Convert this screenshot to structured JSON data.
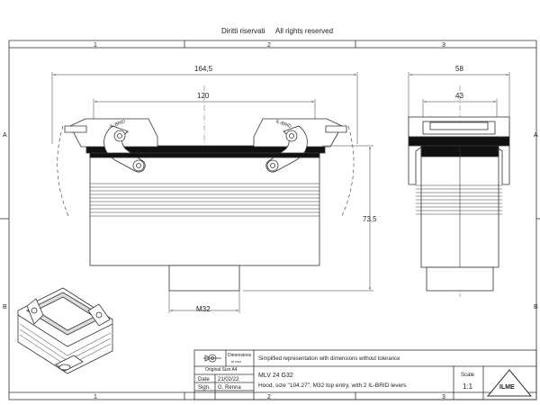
{
  "header": {
    "italian_notice": "Diritti riservati",
    "english_notice": "All rights reserved"
  },
  "grid": {
    "columns": [
      "1",
      "2",
      "3"
    ],
    "rows": [
      "A",
      "B"
    ]
  },
  "dimensions": {
    "front_width": "164,5",
    "front_inner": "120",
    "front_height": "73,5",
    "entry_label": "M32",
    "side_width": "58",
    "side_inner": "43"
  },
  "lever_text": "IL-BRID",
  "title_block": {
    "dimensions_label": "Dimensions",
    "dimensions_unit": "in mm",
    "simplified_note": "Simplified representation with dimensions without tolerance",
    "original_size_label": "Original Size A4",
    "date_label": "Date",
    "date_value": "21/02/22",
    "sign_label": "Sign.",
    "sign_value": "G. Renna",
    "product_code": "MLV 24 G32",
    "description": "Hood, size \"104.27\", M32 top entry, with 2 IL-BRID levers",
    "scale_label": "Scale",
    "scale_value": "1:1",
    "logo_text": "ILME"
  }
}
